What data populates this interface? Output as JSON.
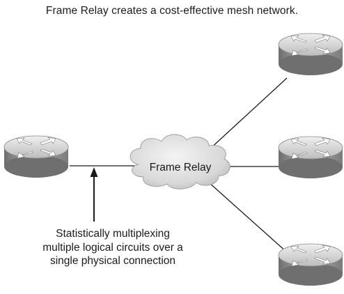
{
  "caption": "Frame Relay creates a cost-effective mesh network.",
  "cloud_label": "Frame Relay",
  "annotation": {
    "line1": "Statistically multiplexing",
    "line2": "multiple logical circuits over a",
    "line3": "single physical connection"
  },
  "colors": {
    "router_body": "#9a9a9a",
    "router_top": "#d6d6d6",
    "line": "#1a1a1a",
    "cloud": "#dcdcdc"
  },
  "icons": {
    "router": "router-icon",
    "cloud": "frame-relay-cloud-icon",
    "arrow": "arrow-up-icon"
  }
}
